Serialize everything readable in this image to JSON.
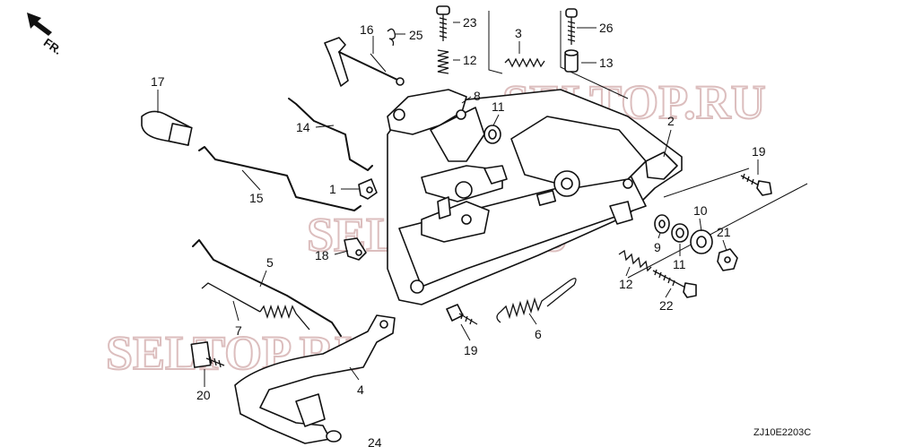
{
  "diagram": {
    "direction_label": "FR.",
    "diagram_code": "ZJ10E2203C",
    "watermarks": [
      "SELTOP.RU",
      "SELTOP.RU",
      "SELTOP.RU"
    ],
    "callouts": [
      "1",
      "2",
      "3",
      "4",
      "5",
      "6",
      "7",
      "8",
      "9",
      "10",
      "11",
      "11",
      "12",
      "12",
      "13",
      "14",
      "15",
      "16",
      "17",
      "18",
      "19",
      "19",
      "20",
      "21",
      "22",
      "23",
      "24",
      "25",
      "26"
    ]
  }
}
